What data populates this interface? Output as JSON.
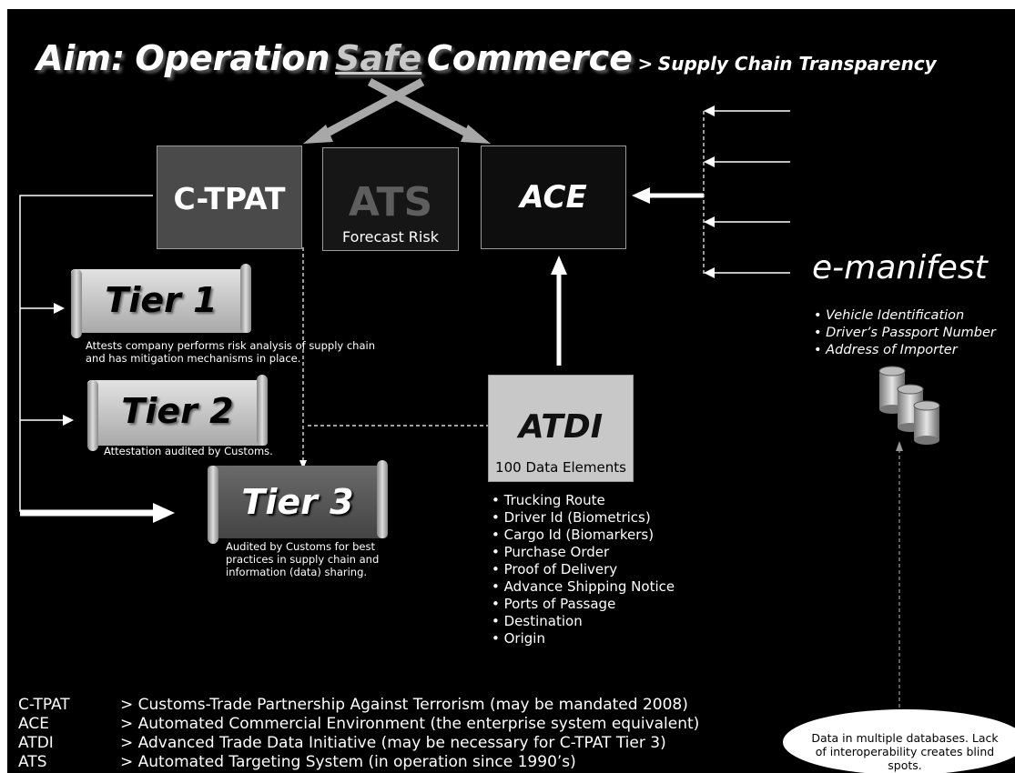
{
  "title": {
    "aim": "Aim:",
    "operation": "Operation",
    "safe": "Safe",
    "commerce": "Commerce",
    "separator": ">",
    "subtitle": "Supply Chain Transparency"
  },
  "boxes": {
    "ctpat": "C-TPAT",
    "ats": "ATS",
    "ats_sub": "Forecast Risk",
    "ace": "ACE",
    "atdi": "ATDI",
    "atdi_sub": "100 Data Elements"
  },
  "tiers": [
    {
      "label": "Tier 1",
      "desc": "Attests company performs risk analysis of supply chain and has mitigation mechanisms in place."
    },
    {
      "label": "Tier 2",
      "desc": "Attestation audited by Customs."
    },
    {
      "label": "Tier 3",
      "desc": "Audited by Customs for best practices in supply chain and information (data) sharing."
    }
  ],
  "atdi_items": [
    "Trucking Route",
    "Driver Id (Biometrics)",
    "Cargo Id (Biomarkers)",
    "Purchase Order",
    "Proof of Delivery",
    "Advance Shipping Notice",
    "Ports of Passage",
    "Destination",
    "Origin"
  ],
  "emanifest": {
    "title": "e-manifest",
    "items": [
      "Vehicle Identification",
      "Driver’s Passport Number",
      "Address of Importer"
    ]
  },
  "legend": [
    {
      "abbr": "C-TPAT",
      "desc": "> Customs-Trade Partnership Against Terrorism (may be mandated 2008)"
    },
    {
      "abbr": "ACE",
      "desc": "> Automated Commercial Environment (the enterprise system equivalent)"
    },
    {
      "abbr": "ATDI",
      "desc": "> Advanced Trade Data Initiative (may be necessary for C-TPAT Tier 3)"
    },
    {
      "abbr": "ATS",
      "desc": "> Automated Targeting System (in operation since 1990’s)"
    }
  ],
  "note": "Data in multiple databases. Lack of interoperability creates blind spots.",
  "icons": {
    "database": "database-icon"
  },
  "colors": {
    "background": "#000000",
    "ctpat_box": "#4a4a4a",
    "atdi_box": "#c8c8c8",
    "tier3_scroll": "#555555",
    "arrow": "#a8a8a8"
  }
}
